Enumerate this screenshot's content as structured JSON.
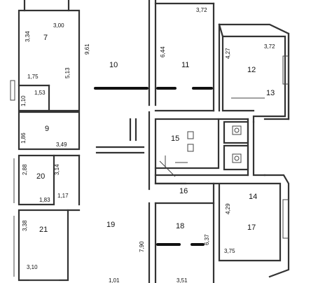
{
  "rooms": {
    "r7": "7",
    "r9": "9",
    "r10": "10",
    "r11": "11",
    "r12": "12",
    "r13": "13",
    "r14": "14",
    "r15": "15",
    "r16": "16",
    "r17": "17",
    "r18": "18",
    "r19": "19",
    "r20": "20",
    "r21": "21"
  },
  "dims": {
    "d_334": "3,34",
    "d_300": "3,00",
    "d_961": "9,61",
    "d_372a": "3,72",
    "d_644": "6,44",
    "d_427": "4,27",
    "d_372b": "3,72",
    "d_175": "1,75",
    "d_513": "5,13",
    "d_153": "1,53",
    "d_110": "1,10",
    "d_186": "1,86",
    "d_349": "3,49",
    "d_288": "2,88",
    "d_314": "3,14",
    "d_117": "1,17",
    "d_183": "1,83",
    "d_338": "3,38",
    "d_310": "3,10",
    "d_790": "7,90",
    "d_637": "6,37",
    "d_429": "4,29",
    "d_375": "3,75",
    "d_b1": "1,01",
    "d_b2": "3,51"
  }
}
